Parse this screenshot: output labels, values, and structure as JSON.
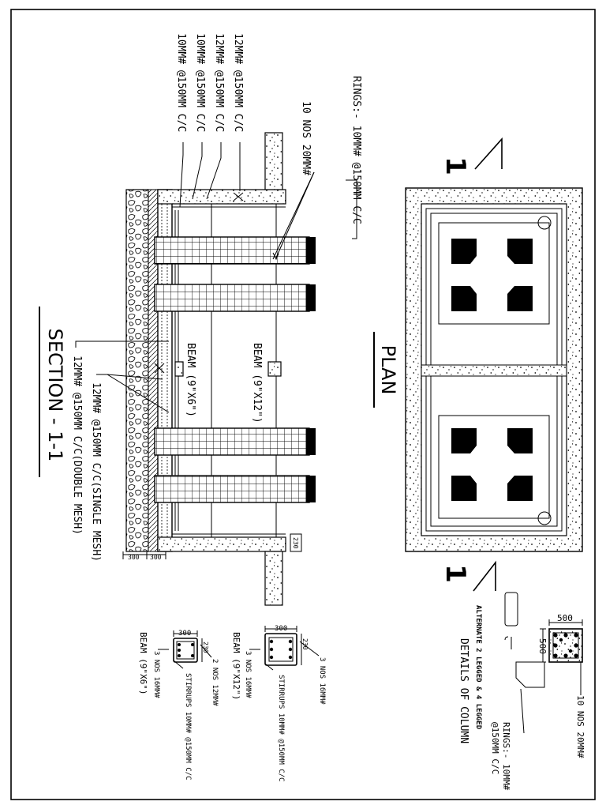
{
  "plan": {
    "title": "PLAN",
    "section_marker": "1"
  },
  "section": {
    "title": "SECTION - 1-1",
    "beam_large": "BEAM (9\"X12\")",
    "beam_small": "BEAM (9\"X6\")",
    "dim_300_a": "300",
    "dim_300_b": "300",
    "dim_230": "230",
    "notes": [
      "RINGS:- 10MM# @150MM C/C",
      "10 NOS 20MM#",
      "12MM# @150MM C/C",
      "12MM# @150MM C/C",
      "10MM# @150MM C/C",
      "10MM# @150MM C/C",
      "12MM# @150MM C/C(SINGLE MESH)",
      "12MM# @150MM C/C(DOUBLE MESH)"
    ]
  },
  "column_detail": {
    "title": "DETAILS OF COLUMN",
    "dim_w": "500",
    "dim_h": "500",
    "bars": "10 NOS 20MM#",
    "rings_line1": "RINGS:- 10MM#",
    "rings_line2": "@150MM C/C",
    "alt_note": "ALTERNATE 2 LEGGED & 4 LEGGED"
  },
  "beam_details": [
    {
      "title": "BEAM (9\"X12\")",
      "dim_w": "300",
      "dim_h": "230",
      "top_bars": "3 NOS 16MM#",
      "bottom_bars": "3 NOS 16MM#",
      "stirrups": "STIRRUPS 10MM# @150MM C/C"
    },
    {
      "title": "BEAM (9\"X6\")",
      "dim_w": "300",
      "dim_h": "230",
      "top_bars": "2 NOS 12MM#",
      "bottom_bars": "3 NOS 16MM#",
      "stirrups": "STIRRUPS 10MM# @150MM C/C"
    }
  ]
}
